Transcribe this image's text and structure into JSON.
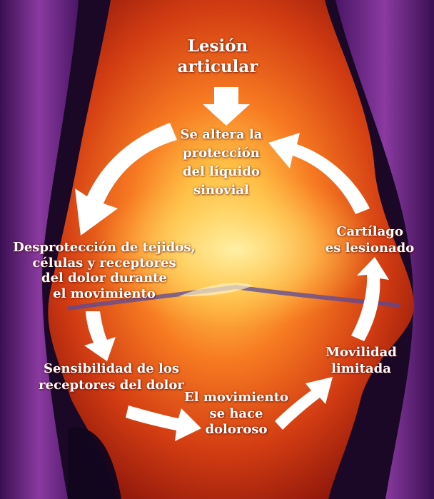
{
  "diagram": {
    "nodes": [
      {
        "id": "lesion",
        "lines": [
          "Lesión",
          "articular"
        ]
      },
      {
        "id": "proteccion",
        "lines": [
          "Se altera la",
          "protección",
          "del líquido",
          "sinovial"
        ]
      },
      {
        "id": "desproteccion",
        "lines": [
          "Desprotección de tejidos,",
          "células y receptores",
          "del dolor durante",
          "el movimiento"
        ]
      },
      {
        "id": "sensibilidad",
        "lines": [
          "Sensibilidad de los",
          "receptores del dolor"
        ]
      },
      {
        "id": "movimiento",
        "lines": [
          "El movimiento",
          "se hace",
          "doloroso"
        ]
      },
      {
        "id": "movilidad",
        "lines": [
          "Movilidad",
          "limitada"
        ]
      },
      {
        "id": "cartilago",
        "lines": [
          "Cartílago",
          "es lesionado"
        ]
      }
    ],
    "edges": [
      {
        "from": "lesion",
        "to": "proteccion"
      },
      {
        "from": "proteccion",
        "to": "desproteccion"
      },
      {
        "from": "desproteccion",
        "to": "sensibilidad"
      },
      {
        "from": "sensibilidad",
        "to": "movimiento"
      },
      {
        "from": "movimiento",
        "to": "movilidad"
      },
      {
        "from": "movilidad",
        "to": "cartilago"
      },
      {
        "from": "cartilago",
        "to": "proteccion"
      }
    ],
    "colors": {
      "background": "#1a0826",
      "bone_core": "#ffd35a",
      "bone_mid": "#f26a1c",
      "bone_edge": "#a31a0e",
      "capsule": "#7a2e8e",
      "arrow": "#ffffff",
      "text": "#ffffff"
    }
  }
}
